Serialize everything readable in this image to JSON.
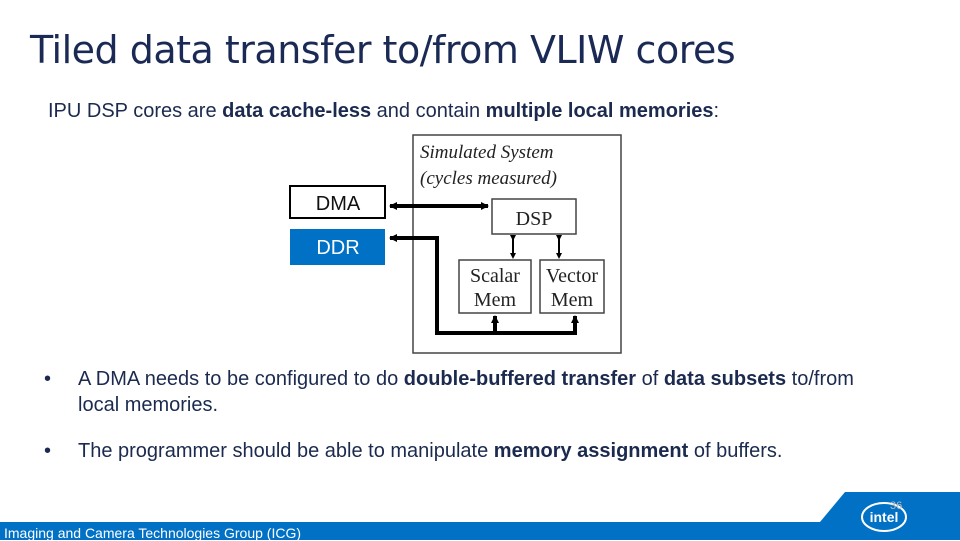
{
  "slide": {
    "title": "Tiled data transfer to/from VLIW cores",
    "subtitle": {
      "part1": "IPU DSP cores are ",
      "bold1": "data cache-less",
      "part2": " and contain ",
      "bold2": "multiple local memories",
      "part3": ":"
    }
  },
  "diagram": {
    "system_label_line1": "Simulated System",
    "system_label_line2": "(cycles measured)",
    "dma_label": "DMA",
    "ddr_label": "DDR",
    "dsp_label": "DSP",
    "scalar_line1": "Scalar",
    "scalar_line2": "Mem",
    "vector_line1": "Vector",
    "vector_line2": "Mem",
    "ddr_color": "#0071c5"
  },
  "bullets": [
    {
      "t1": "A DMA needs to be configured to do ",
      "b1": "double-buffered transfer",
      "t2": " of ",
      "b2": "data subsets",
      "t3": " to/from local memories."
    },
    {
      "t1": "The programmer should be able to manipulate ",
      "b1": "memory assignment",
      "t2": " of buffers."
    }
  ],
  "footer": {
    "text": "Imaging and Camera Technologies Group (ICG)",
    "page_number": "36",
    "logo_text": "intel",
    "brand_color": "#0071c5"
  }
}
